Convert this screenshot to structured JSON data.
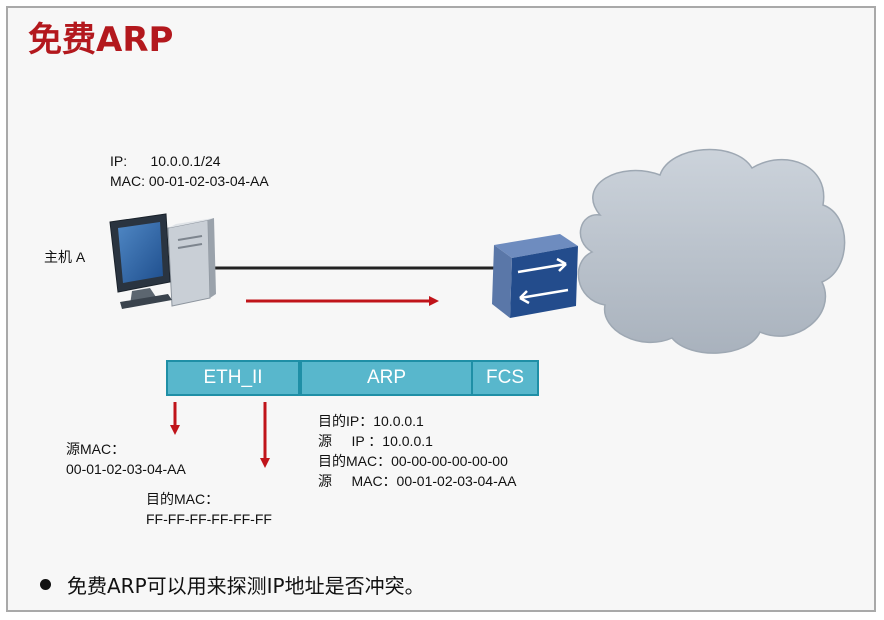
{
  "title": "免费ARP",
  "host": {
    "label": "主机 A",
    "ip_line": "IP:      10.0.0.1/24",
    "mac_line": "MAC: 00-01-02-03-04-AA"
  },
  "frame": {
    "segments": [
      "ETH_II",
      "ARP",
      "FCS"
    ]
  },
  "eth_fields": {
    "src_mac_label": "源MAC：",
    "src_mac_value": "00-01-02-03-04-AA",
    "dst_mac_label": "目的MAC：",
    "dst_mac_value": "FF-FF-FF-FF-FF-FF"
  },
  "arp_fields": {
    "line1": "目的IP：10.0.0.1",
    "line2": "源     IP ：10.0.0.1",
    "line3": "目的MAC：00-00-00-00-00-00",
    "line4": "源     MAC：00-01-02-03-04-AA"
  },
  "bullet": "免费ARP可以用来探测IP地址是否冲突。",
  "colors": {
    "title": "#b3181d",
    "arrow": "#c0141a",
    "segment_fill": "#58b7cc",
    "switch": "#2e4f86",
    "cloud": "#b9c1cb"
  }
}
